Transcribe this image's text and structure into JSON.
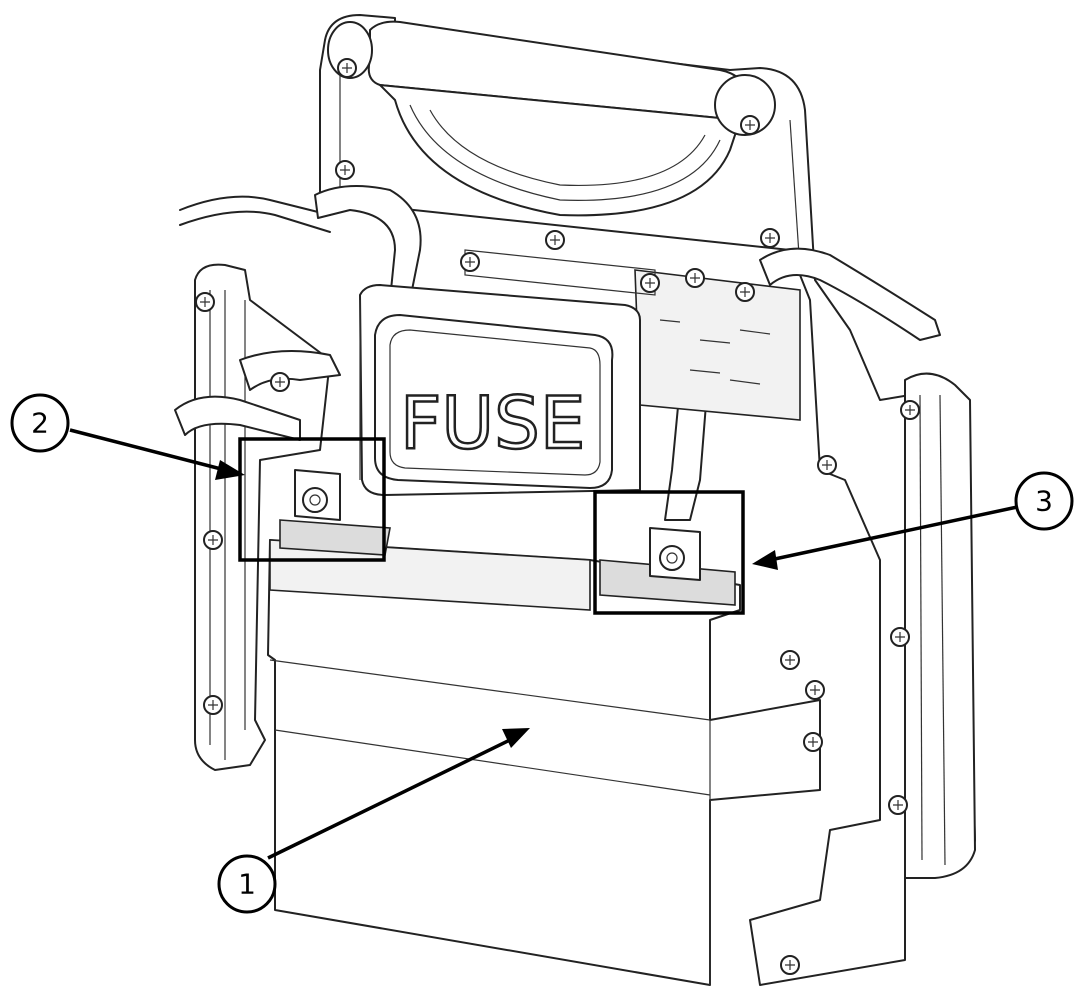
{
  "diagram": {
    "fuse_label": "FUSE",
    "callouts": [
      {
        "number": "1"
      },
      {
        "number": "2"
      },
      {
        "number": "3"
      }
    ]
  },
  "colors": {
    "line": "#222222",
    "background": "#ffffff"
  }
}
